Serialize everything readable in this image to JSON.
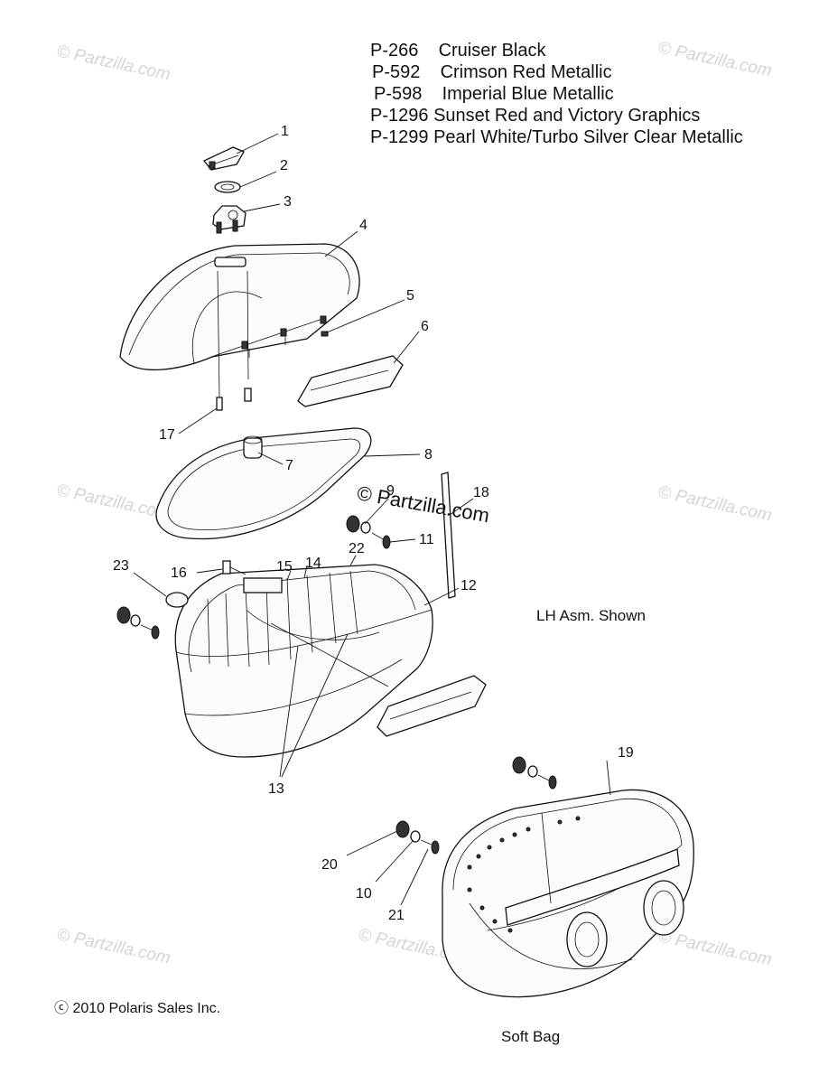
{
  "legend": [
    {
      "code": "P-266",
      "name": "Cruiser Black"
    },
    {
      "code": "P-592",
      "name": "Crimson Red Metallic"
    },
    {
      "code": "P-598",
      "name": "Imperial Blue Metallic"
    },
    {
      "code": "P-1296",
      "name": "Sunset Red and Victory Graphics"
    },
    {
      "code": "P-1299",
      "name": "Pearl White/Turbo Silver Clear Metallic"
    }
  ],
  "notes": {
    "assembly": "LH Asm. Shown",
    "soft_bag": "Soft Bag",
    "copyright": "ⓒ 2010 Polaris Sales Inc."
  },
  "watermark": {
    "text": "© Partzilla.com",
    "stamp": "© Partzilla.com"
  },
  "callouts": [
    "1",
    "2",
    "3",
    "4",
    "5",
    "6",
    "7",
    "8",
    "9",
    "10",
    "11",
    "12",
    "13",
    "14",
    "15",
    "16",
    "17",
    "18",
    "19",
    "20",
    "21",
    "22",
    "23"
  ]
}
